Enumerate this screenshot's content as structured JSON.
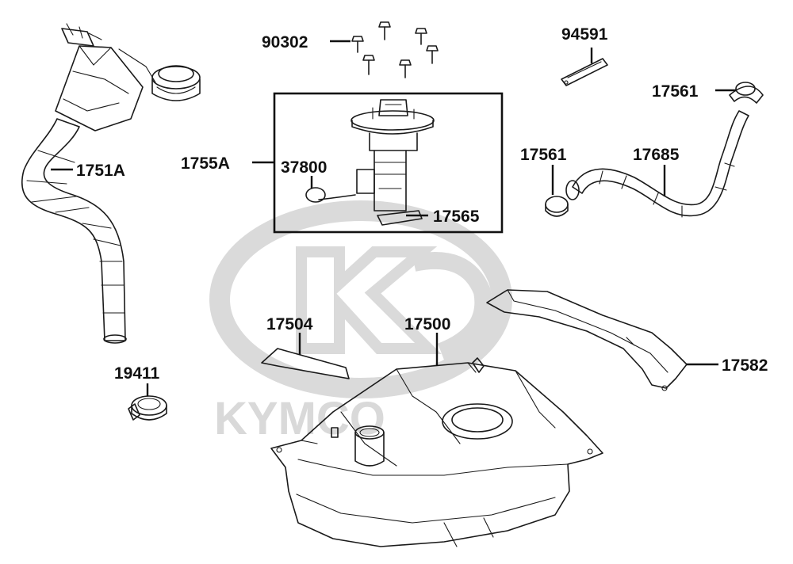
{
  "watermark": {
    "brand": "KYMCO",
    "color": "#d9d9d9"
  },
  "colors": {
    "ink": "#1a1a1a",
    "label": "#111111",
    "box": "#111111"
  },
  "parts": {
    "p90302": "90302",
    "p94591": "94591",
    "p17561_top": "17561",
    "p1751A": "1751A",
    "p1755A": "1755A",
    "p37800": "37800",
    "p17565": "17565",
    "p17561_mid": "17561",
    "p17685": "17685",
    "p17504": "17504",
    "p17500": "17500",
    "p19411": "19411",
    "p17582": "17582"
  }
}
